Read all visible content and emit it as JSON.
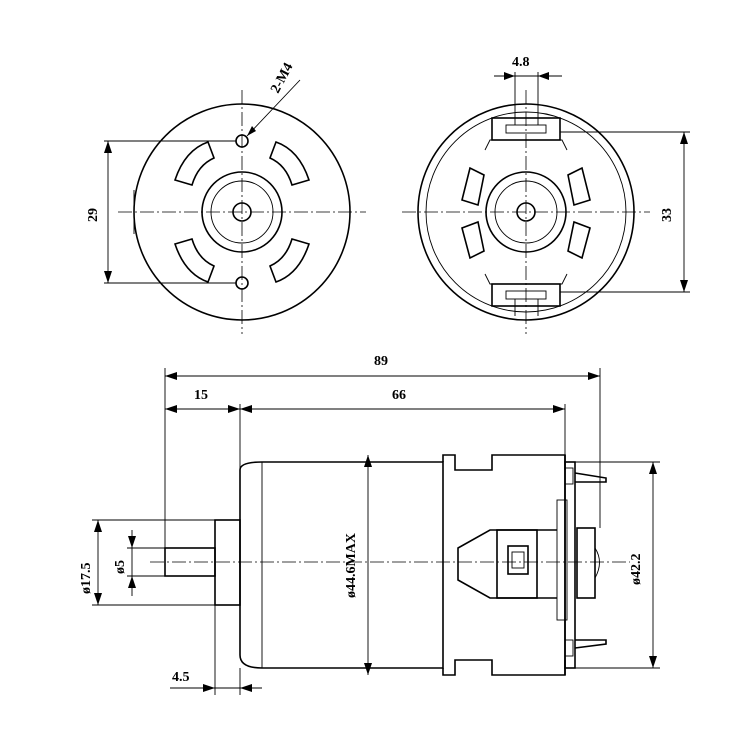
{
  "front_view": {
    "hole_label": "2-M4",
    "hole_spacing_label": "29"
  },
  "rear_view": {
    "terminal_width_label": "4.8",
    "terminal_spacing_label": "33"
  },
  "side_view": {
    "overall_length_label": "89",
    "shaft_length_label": "15",
    "body_length_label": "66",
    "boss_length_label": "4.5",
    "boss_diameter_label": "ø17.5",
    "shaft_diameter_label": "ø5",
    "body_diameter_label": "ø44.6MAX",
    "endcap_diameter_label": "ø42.2"
  }
}
